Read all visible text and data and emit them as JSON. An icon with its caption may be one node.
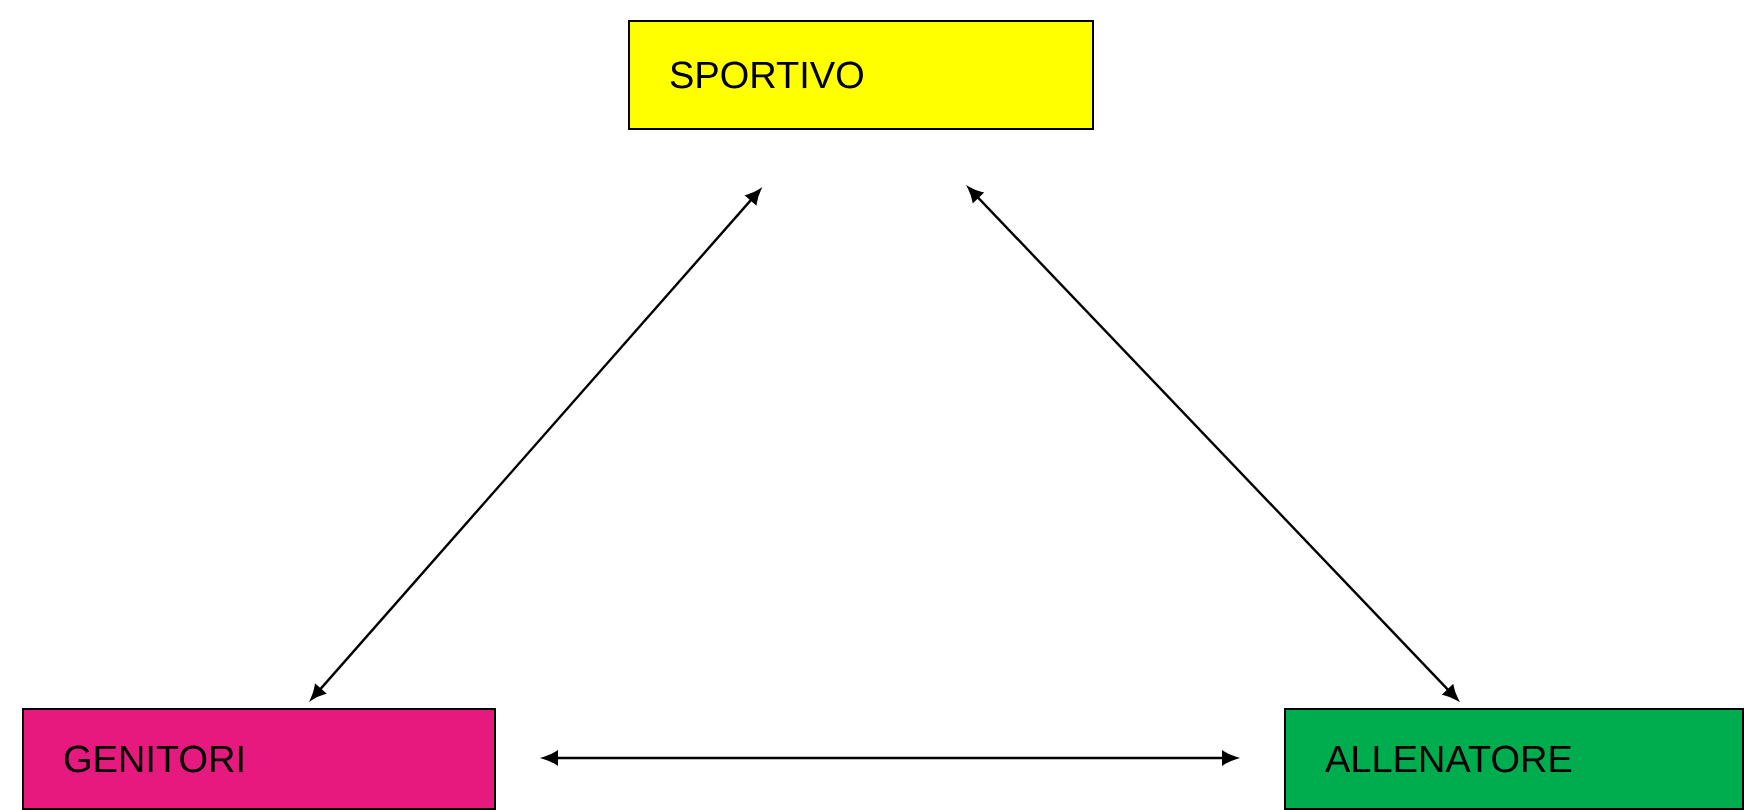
{
  "diagram": {
    "nodes": [
      {
        "text": [
          "SPORTIVO"
        ]
      },
      {
        "text": [
          "GENITORI"
        ]
      },
      {
        "text": [
          "ALLENATORE"
        ]
      }
    ],
    "edges": [
      {
        "from": 0,
        "to": 1,
        "arrow": "both"
      },
      {
        "from": 0,
        "to": 2,
        "arrow": "both"
      },
      {
        "from": 1,
        "to": 2,
        "arrow": "both"
      }
    ]
  }
}
